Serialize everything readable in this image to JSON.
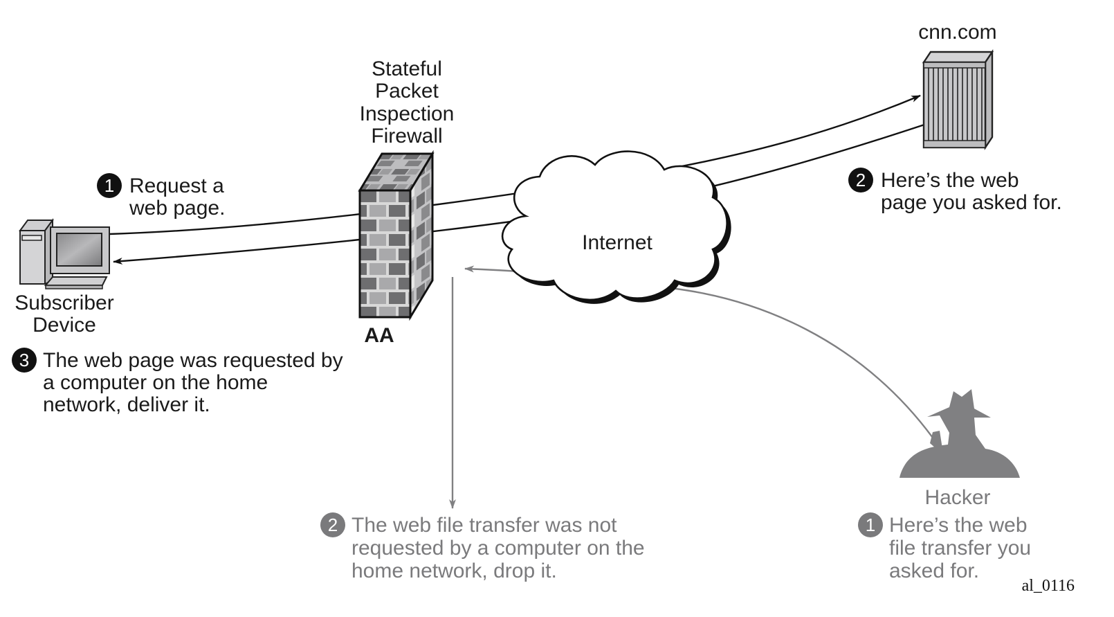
{
  "firewall": {
    "title_lines": [
      "Stateful",
      "Packet",
      "Inspection",
      "Firewall"
    ],
    "label": "AA"
  },
  "subscriber": {
    "label_lines": [
      "Subscriber",
      "Device"
    ]
  },
  "server": {
    "label": "cnn.com"
  },
  "cloud": {
    "label": "Internet"
  },
  "hacker": {
    "label": "Hacker"
  },
  "steps": {
    "request": {
      "number": "1",
      "lines": [
        "Request a",
        "web page."
      ]
    },
    "server_reply": {
      "number": "2",
      "lines": [
        "Here’s the web",
        "page you asked for."
      ]
    },
    "deliver": {
      "number": "3",
      "lines": [
        "The web page was requested by",
        "a computer on the home",
        "network, deliver it."
      ]
    },
    "drop": {
      "number": "2",
      "lines": [
        "The web file transfer was not",
        "requested by a computer on the",
        "home network, drop it."
      ]
    },
    "hacker_send": {
      "number": "1",
      "lines": [
        "Here’s the web",
        "file transfer you",
        "asked for."
      ]
    }
  },
  "figure_id": "al_0116",
  "colors": {
    "legit_flow": "#111111",
    "attack_flow": "#808082",
    "badge_dark": "#111111",
    "badge_grey": "#7a7a7c"
  }
}
